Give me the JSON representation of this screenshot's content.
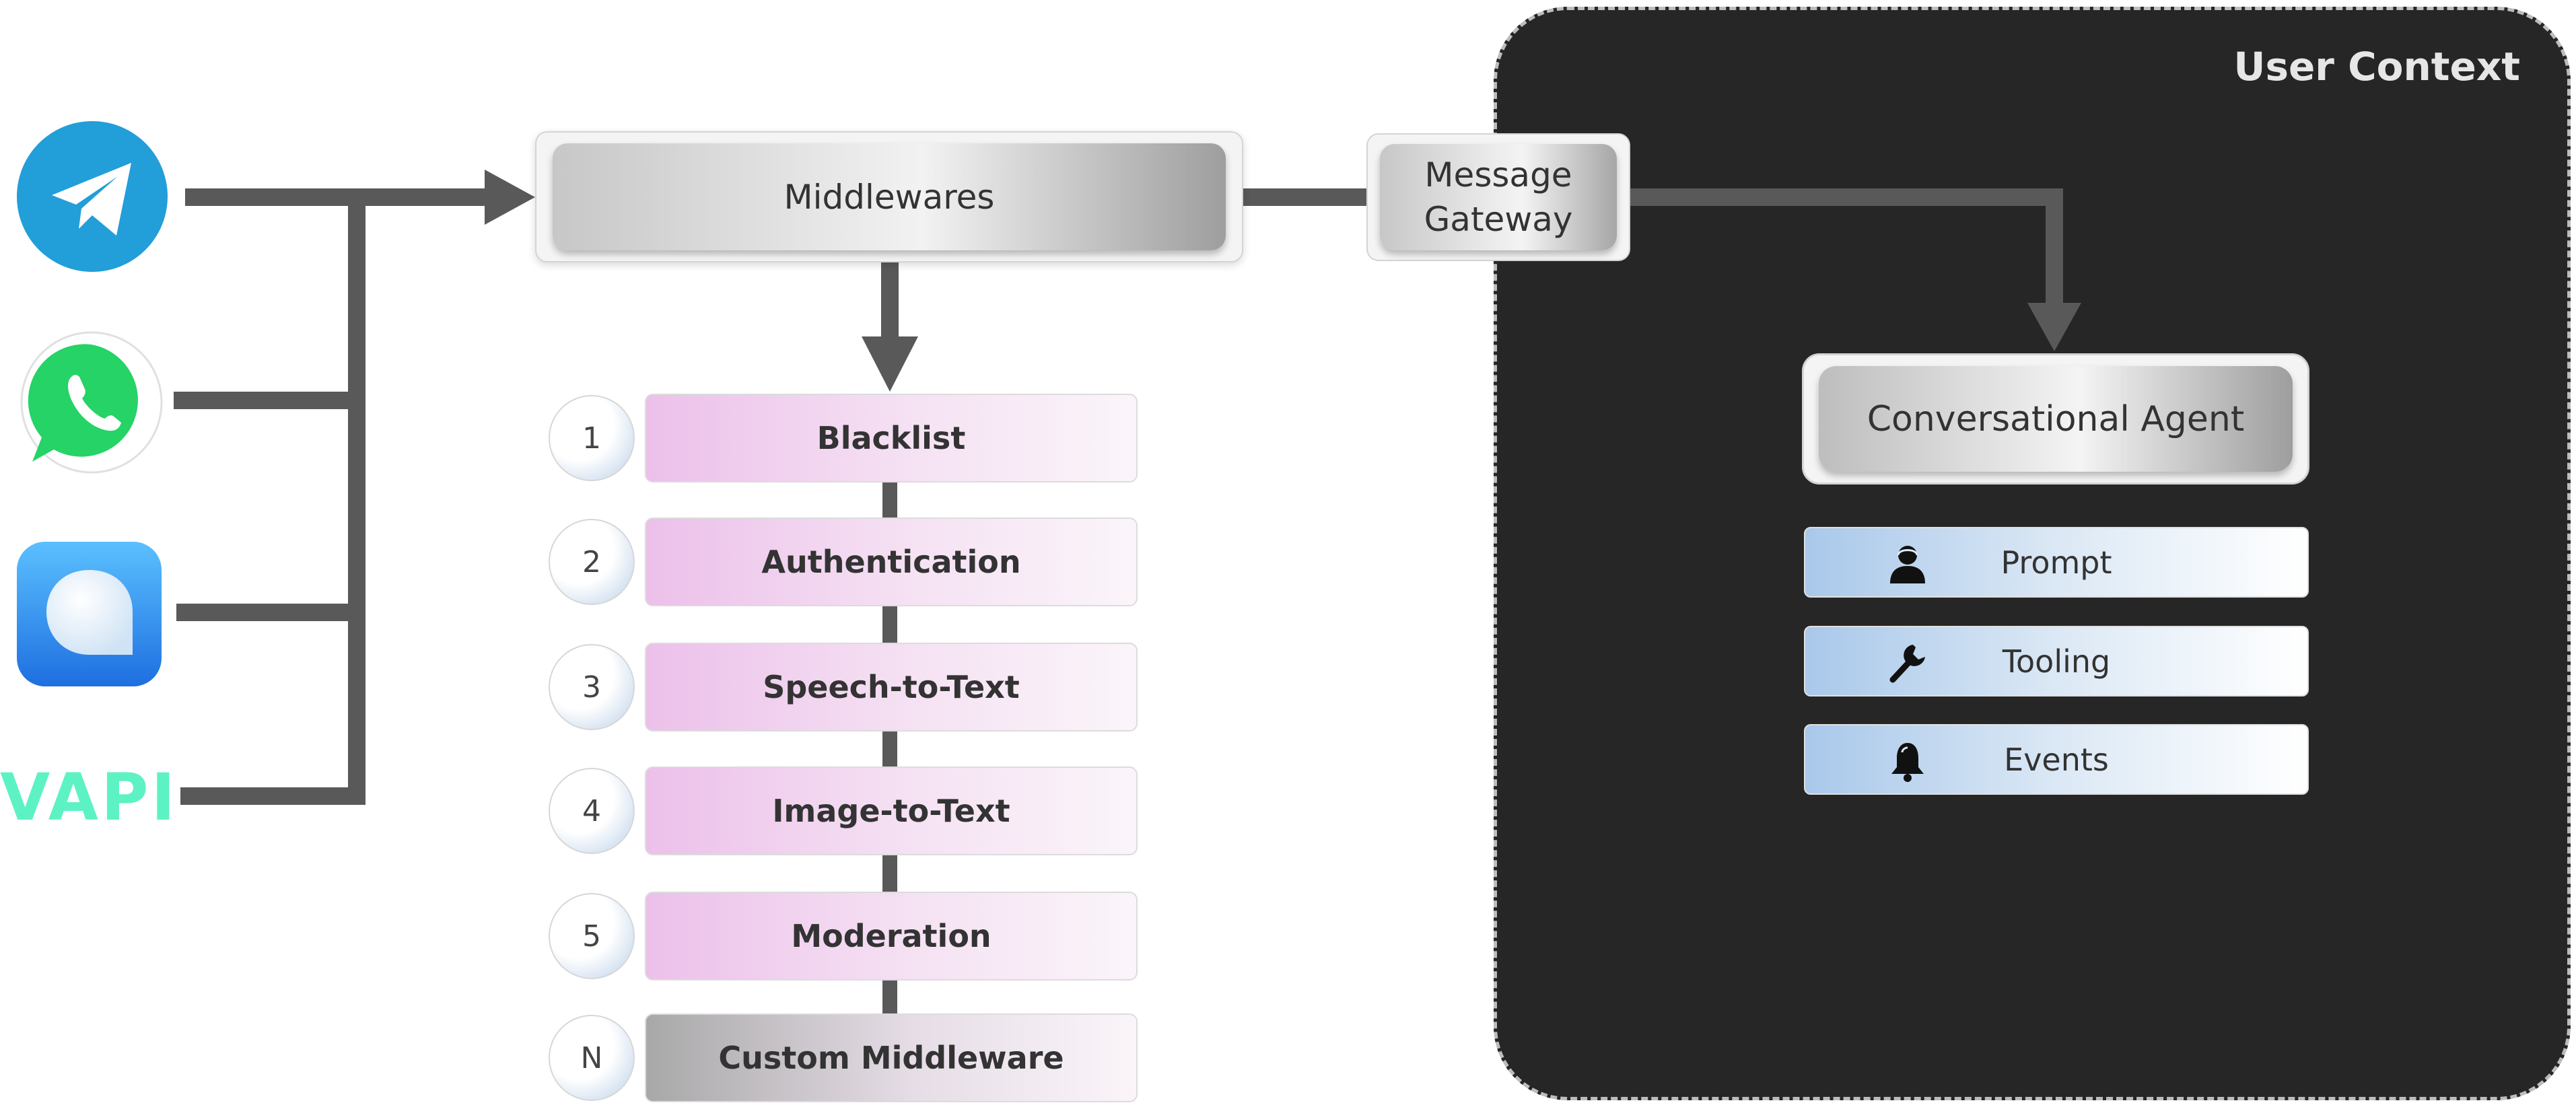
{
  "user_context": {
    "title": "User Context"
  },
  "middlewares": {
    "label": "Middlewares"
  },
  "gateway": {
    "line1": "Message",
    "line2": "Gateway"
  },
  "agent": {
    "label": "Conversational Agent"
  },
  "steps": [
    {
      "num": "1",
      "label": "Blacklist"
    },
    {
      "num": "2",
      "label": "Authentication"
    },
    {
      "num": "3",
      "label": "Speech-to-Text"
    },
    {
      "num": "4",
      "label": "Image-to-Text"
    },
    {
      "num": "5",
      "label": "Moderation"
    },
    {
      "num": "N",
      "label": "Custom Middleware"
    }
  ],
  "tools": [
    {
      "label": "Prompt",
      "icon": "person-icon"
    },
    {
      "label": "Tooling",
      "icon": "wrench-icon"
    },
    {
      "label": "Events",
      "icon": "bell-icon"
    }
  ],
  "channels": [
    {
      "icon": "telegram-icon",
      "color": "#229ED9"
    },
    {
      "icon": "whatsapp-icon",
      "color": "#25D366"
    },
    {
      "icon": "chat-bubble-icon",
      "color": "#2F8FF0"
    },
    {
      "icon": "vapi-logo",
      "color": "#5DF2C4",
      "text": "VAPI"
    }
  ],
  "colors": {
    "connector": "#595959",
    "panel": "#262626"
  }
}
